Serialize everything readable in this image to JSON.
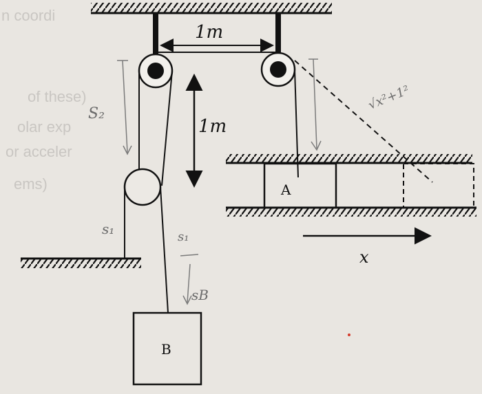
{
  "labels": {
    "top_distance": "1m",
    "vertical_distance": "1m",
    "block_a": "A",
    "block_b": "B",
    "x_axis": "x"
  },
  "handwriting": {
    "s2": "S₂",
    "s1_left": "s₁",
    "s1_right": "s₁",
    "sb": "sB",
    "sqrt": "√x²+1²"
  },
  "background_text": [
    "n coordi",
    "of these)",
    "olar exp",
    "or acceler",
    "ems)"
  ],
  "colors": {
    "ink": "#111111",
    "pencil": "#7a7a7a",
    "paper": "#e9e6e1"
  }
}
